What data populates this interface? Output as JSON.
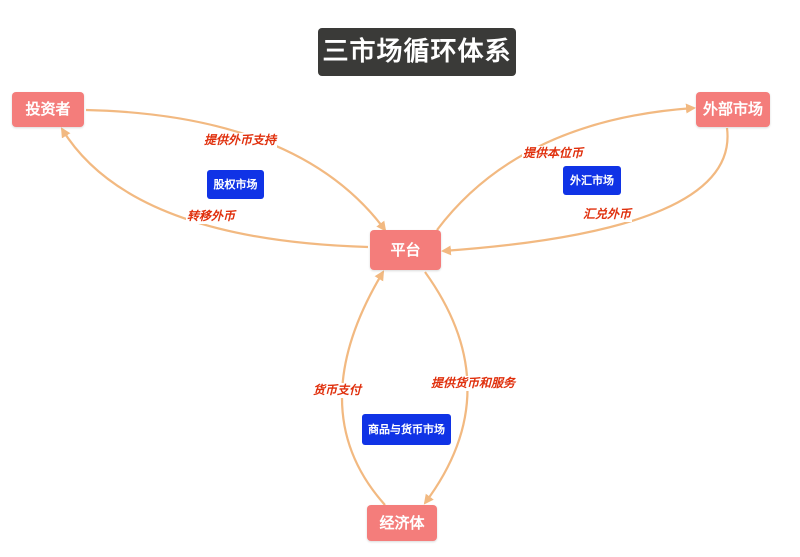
{
  "title": "三市场循环体系",
  "nodes": {
    "investor": "投资者",
    "external_market": "外部市场",
    "platform": "平台",
    "economy": "经济体"
  },
  "markets": {
    "equity": "股权市场",
    "fx": "外汇市场",
    "goods_currency": "商品与货币市场"
  },
  "edges": {
    "investor_to_platform": "提供外币支持",
    "platform_to_investor": "转移外币",
    "platform_to_external": "提供本位币",
    "external_to_platform": "汇兑外币",
    "economy_to_platform": "货币支付",
    "platform_to_economy": "提供货币和服务"
  },
  "colors": {
    "title_bg": "#3a3a38",
    "node_bg": "#f47d7b",
    "market_bg": "#1033e6",
    "edge_line": "#f2b981",
    "edge_label": "#e0300d"
  }
}
